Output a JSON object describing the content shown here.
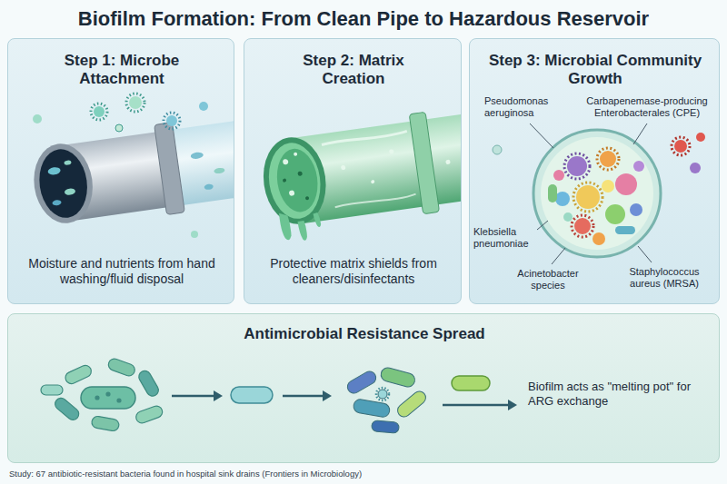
{
  "diagram": {
    "title": "Biofilm Formation: From Clean Pipe to Hazardous Reservoir",
    "caption": "Study: 67 antibiotic-resistant bacteria found in hospital sink drains (Frontiers in Microbiology)",
    "nodes": [
      {
        "text": [
          "Step 1: Microbe Attachment",
          "Moisture and nutrients from hand washing/fluid disposal"
        ]
      },
      {
        "text": [
          "Step 2: Matrix Creation",
          "Protective matrix shields from cleaners/disinfectants"
        ]
      },
      {
        "text": [
          "Step 3: Microbial Community Growth"
        ]
      },
      {
        "text": [
          "Antimicrobial Resistance Spread",
          "Biofilm acts as \"melting pot\" for ARG exchange"
        ]
      }
    ],
    "labels": [
      "Pseudomonas aeruginosa",
      "Carbapenemase-producing Enterobacterales (CPE)",
      "Klebsiella pneumoniae",
      "Acinetobacter species",
      "Staphylococcus aureus (MRSA)"
    ]
  }
}
